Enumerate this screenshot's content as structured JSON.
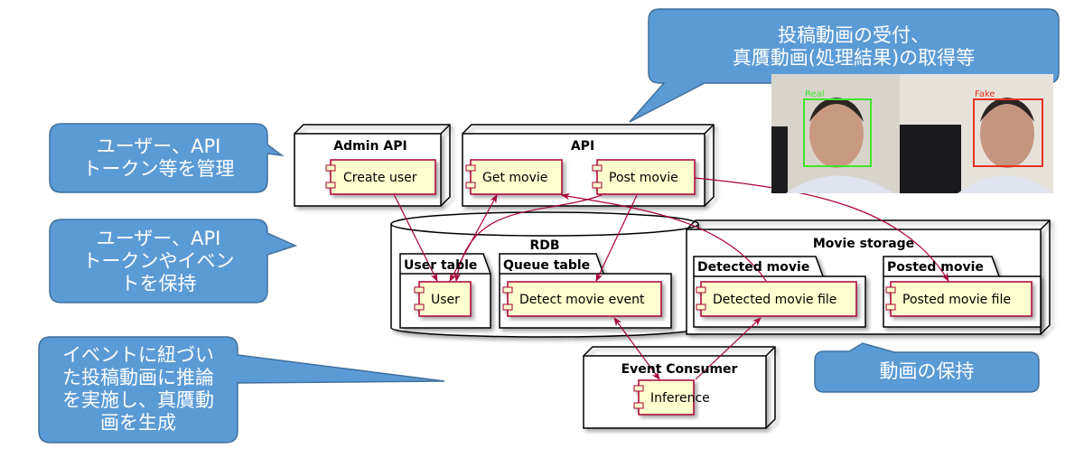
{
  "colors": {
    "callout_fill": "#5b9bd5",
    "callout_stroke": "#41719c",
    "component_fill": "#fefece",
    "component_stroke": "#a80036",
    "arrow": "#a80036",
    "real_box": "#3ee62b",
    "fake_box": "#e8321f"
  },
  "callouts": {
    "api_desc": "投稿動画の受付、\n真贋動画(処理結果)の取得等",
    "admin_desc": "ユーザー、API\nトークン等を管理",
    "rdb_desc": "ユーザー、API\nトークンやイベン\nトを保持",
    "consumer_desc": "イベントに紐づい\nた投稿動画に推論\nを実施し、真贋動\n画を生成",
    "storage_desc": "動画の保持"
  },
  "nodes": {
    "admin_api": {
      "title": "Admin API",
      "components": [
        "Create user"
      ]
    },
    "api": {
      "title": "API",
      "components": [
        "Get movie",
        "Post movie"
      ]
    },
    "rdb": {
      "title": "RDB",
      "packages": [
        {
          "title": "User table",
          "component": "User"
        },
        {
          "title": "Queue table",
          "component": "Detect movie event"
        }
      ]
    },
    "movie_storage": {
      "title": "Movie storage",
      "packages": [
        {
          "title": "Detected movie",
          "component": "Detected movie file"
        },
        {
          "title": "Posted movie",
          "component": "Posted movie file"
        }
      ]
    },
    "event_consumer": {
      "title": "Event Consumer",
      "components": [
        "Inference"
      ]
    }
  },
  "photos": {
    "left_label": "Real",
    "right_label": "Fake"
  }
}
